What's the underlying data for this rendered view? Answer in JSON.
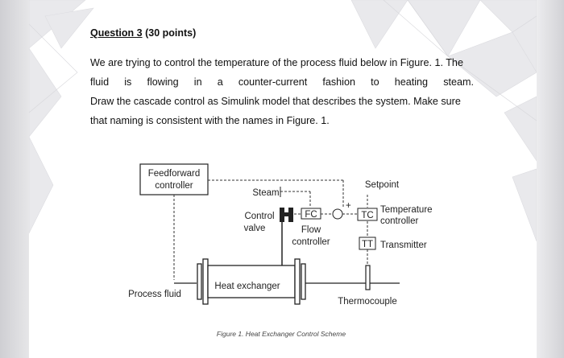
{
  "question": {
    "number_label": "Question 3",
    "points": "(30 points)",
    "lines": [
      "We are trying to control the temperature of the process fluid below in Figure. 1. The",
      "fluid is flowing in a counter-current fashion to heating steam.",
      "Draw the cascade control as Simulink model that describes the system. Make sure",
      "that naming is consistent with the names in Figure. 1."
    ]
  },
  "figure": {
    "feedforward": [
      "Feedforward",
      "controller"
    ],
    "steam": "Steam",
    "setpoint": "Setpoint",
    "control_valve": [
      "Control",
      "valve"
    ],
    "fc": "FC",
    "tc": "TC",
    "plus_sign": "+",
    "temperature_controller": [
      "Temperature",
      "controller"
    ],
    "flow_controller": [
      "Flow",
      "controller"
    ],
    "tt": "TT",
    "transmitter": "Transmitter",
    "heat_exchanger": "Heat exchanger",
    "process_fluid": "Process fluid",
    "thermocouple": "Thermocouple",
    "caption": "Figure 1. Heat Exchanger Control Scheme"
  }
}
